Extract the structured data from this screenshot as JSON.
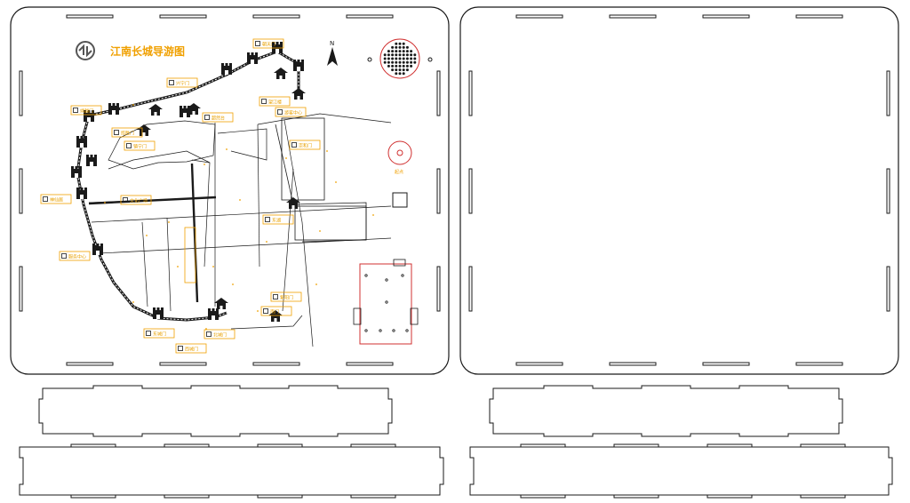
{
  "map_title": "江南长城导游图",
  "north_label": "N",
  "start_label": "起点",
  "colors": {
    "accent": "#f0a000",
    "outline": "#1a1a1a",
    "marker": "#d03030"
  },
  "map_labels": [
    {
      "id": "l1",
      "text": "朝天门"
    },
    {
      "id": "l2",
      "text": "兴宁门"
    },
    {
      "id": "l3",
      "text": "望江楼"
    },
    {
      "id": "l4",
      "text": "靖越门"
    },
    {
      "id": "l5",
      "text": "超然台"
    },
    {
      "id": "l6",
      "text": "揽胜门"
    },
    {
      "id": "l7",
      "text": "镇宁门"
    },
    {
      "id": "l8",
      "text": "崇和门"
    },
    {
      "id": "l9",
      "text": "神仙居"
    },
    {
      "id": "l10",
      "text": "文化广场"
    },
    {
      "id": "l11",
      "text": "东湖"
    },
    {
      "id": "l12",
      "text": "服务中心"
    },
    {
      "id": "l13",
      "text": "紫阳门"
    },
    {
      "id": "l14",
      "text": "南门"
    },
    {
      "id": "l15",
      "text": "东城门"
    },
    {
      "id": "l16",
      "text": "北城门"
    },
    {
      "id": "l17",
      "text": "游客中心"
    },
    {
      "id": "l18",
      "text": "西城门"
    }
  ]
}
